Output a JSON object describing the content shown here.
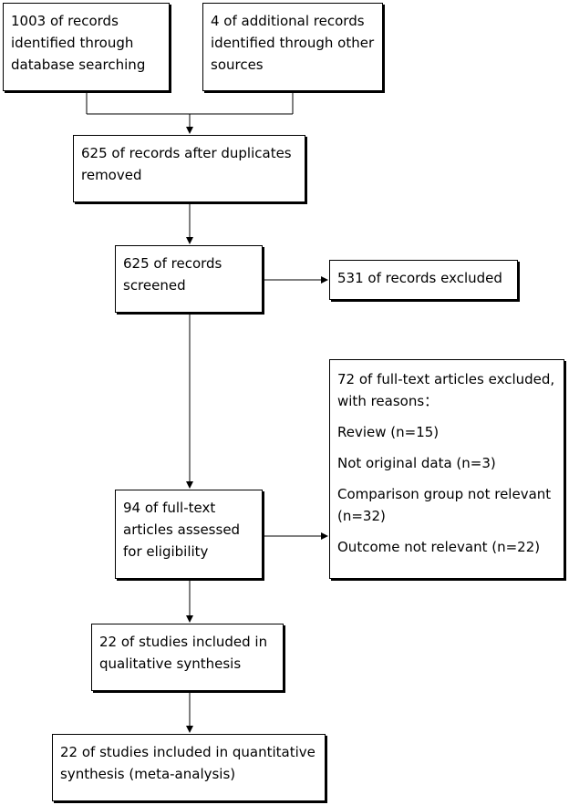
{
  "diagram": {
    "identified_database": [
      "1003 of records",
      "identified through",
      "database searching"
    ],
    "identified_other": [
      "4 of additional records",
      "identified through other",
      "sources"
    ],
    "after_duplicates": [
      "625 of records after duplicates",
      "removed"
    ],
    "screened": [
      "625 of records",
      "screened"
    ],
    "records_excluded": [
      "531 of records excluded"
    ],
    "fulltext_excluded": {
      "header": [
        "72 of full-text articles excluded,",
        "with reasons："
      ],
      "reasons": [
        "Review (n=15)",
        "Not original data (n=3)",
        "Comparison group not relevant",
        "(n=32)",
        "Outcome not relevant (n=22)"
      ]
    },
    "fulltext_assessed": [
      "94 of full-text",
      "articles assessed",
      "for eligibility"
    ],
    "qualitative": [
      "22 of studies included in",
      "qualitative synthesis"
    ],
    "quantitative": [
      "22 of studies included in quantitative",
      "synthesis (meta-analysis)"
    ]
  }
}
